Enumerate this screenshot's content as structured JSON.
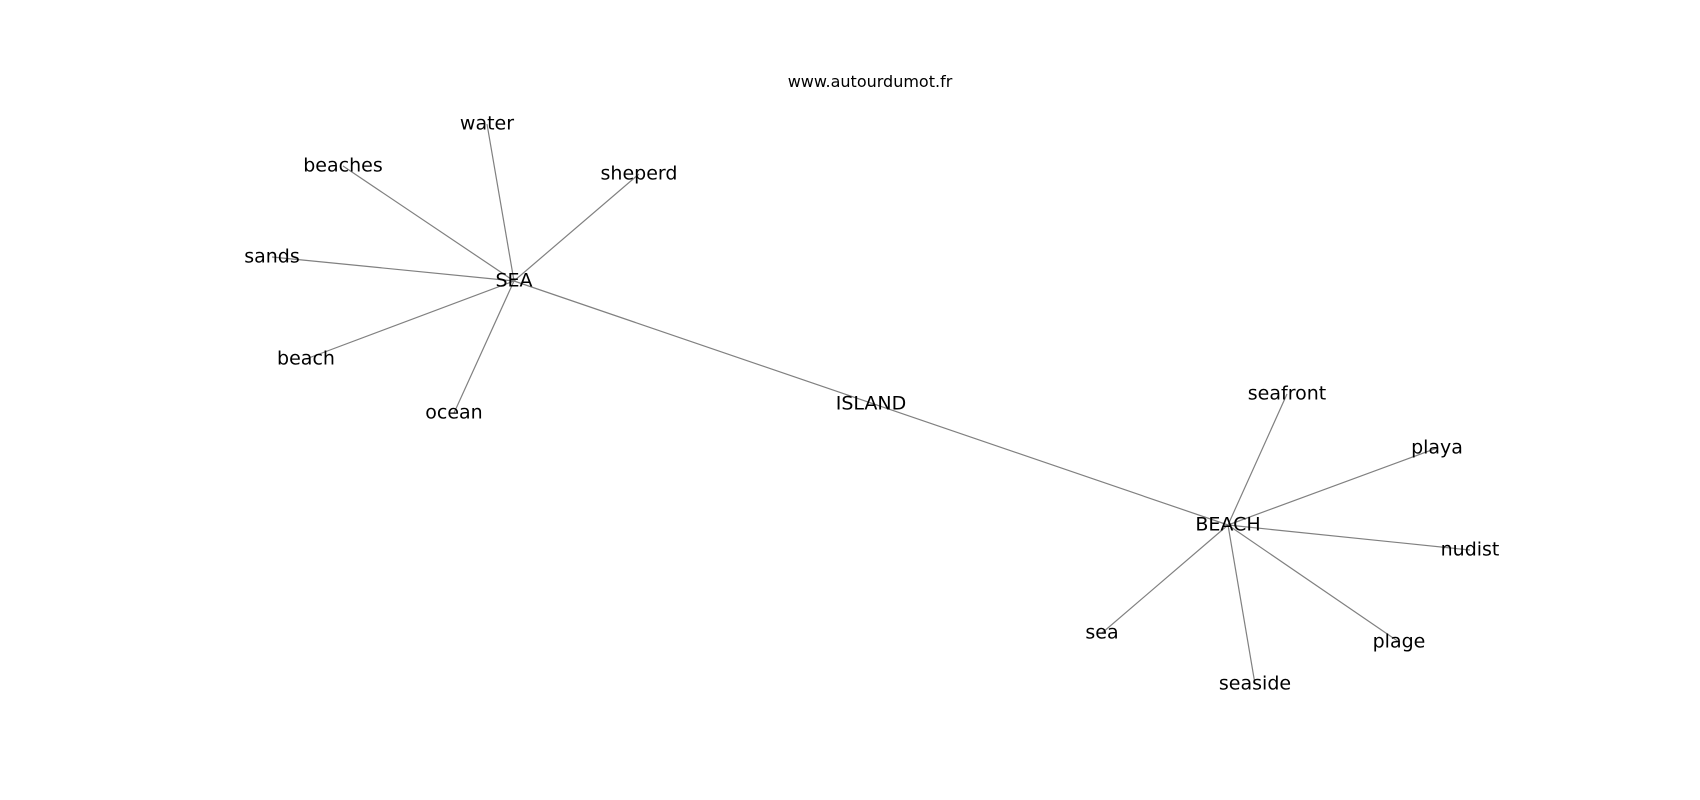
{
  "site": "www.autourdumot.fr",
  "graph": {
    "nodes": [
      {
        "id": "island",
        "label": "ISLAND"
      },
      {
        "id": "sea_hub",
        "label": "SEA"
      },
      {
        "id": "beach_hub",
        "label": "BEACH"
      },
      {
        "id": "water",
        "label": "water"
      },
      {
        "id": "beaches",
        "label": "beaches"
      },
      {
        "id": "sheperd",
        "label": "sheperd"
      },
      {
        "id": "sands",
        "label": "sands"
      },
      {
        "id": "beach",
        "label": "beach"
      },
      {
        "id": "ocean",
        "label": "ocean"
      },
      {
        "id": "seafront",
        "label": "seafront"
      },
      {
        "id": "playa",
        "label": "playa"
      },
      {
        "id": "nudist",
        "label": "nudist"
      },
      {
        "id": "sea",
        "label": "sea"
      },
      {
        "id": "plage",
        "label": "plage"
      },
      {
        "id": "seaside",
        "label": "seaside"
      }
    ],
    "edges": [
      [
        "sea_hub",
        "beach_hub"
      ],
      [
        "sea_hub",
        "water"
      ],
      [
        "sea_hub",
        "beaches"
      ],
      [
        "sea_hub",
        "sheperd"
      ],
      [
        "sea_hub",
        "sands"
      ],
      [
        "sea_hub",
        "beach"
      ],
      [
        "sea_hub",
        "ocean"
      ],
      [
        "beach_hub",
        "seafront"
      ],
      [
        "beach_hub",
        "playa"
      ],
      [
        "beach_hub",
        "nudist"
      ],
      [
        "beach_hub",
        "sea"
      ],
      [
        "beach_hub",
        "plage"
      ],
      [
        "beach_hub",
        "seaside"
      ]
    ]
  }
}
